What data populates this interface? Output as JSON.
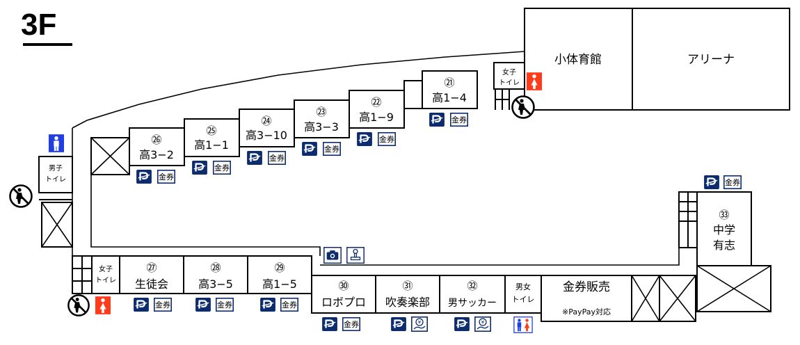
{
  "floor": {
    "label": "3F"
  },
  "colors": {
    "paypay_blue": "#0d2c6e",
    "male_blue": "#1f3fe0",
    "female_red": "#ff3b1a"
  },
  "icon_texts": {
    "kinken": "金券"
  },
  "facilities": {
    "gym": "小体育館",
    "arena": "アリーナ",
    "kinken_sale": "金券販売",
    "paypay_note": "※PayPay対応"
  },
  "restrooms": {
    "womens_top": [
      "女子",
      "トイレ"
    ],
    "mens_left": [
      "男子",
      "トイレ"
    ],
    "womens_bottom": [
      "女子",
      "トイレ"
    ],
    "unisex": [
      "男女",
      "トイレ"
    ]
  },
  "rooms": [
    {
      "id": "r21",
      "number": "㉑",
      "name": "高1−4"
    },
    {
      "id": "r22",
      "number": "㉒",
      "name": "高1−9"
    },
    {
      "id": "r23",
      "number": "㉓",
      "name": "高3−3"
    },
    {
      "id": "r24",
      "number": "㉔",
      "name": "高3−10"
    },
    {
      "id": "r25",
      "number": "㉕",
      "name": "高1−1"
    },
    {
      "id": "r26",
      "number": "㉖",
      "name": "高3−2"
    },
    {
      "id": "r27",
      "number": "㉗",
      "name": "生徒会"
    },
    {
      "id": "r28",
      "number": "㉘",
      "name": "高3−5"
    },
    {
      "id": "r29",
      "number": "㉙",
      "name": "高1−5"
    },
    {
      "id": "r30",
      "number": "㉚",
      "name": "ロボプロ"
    },
    {
      "id": "r31",
      "number": "㉛",
      "name": "吹奏楽部"
    },
    {
      "id": "r32",
      "number": "㉜",
      "name": "男サッカー"
    },
    {
      "id": "r33",
      "number": "㉝",
      "name1": "中学",
      "name2": "有志"
    }
  ]
}
